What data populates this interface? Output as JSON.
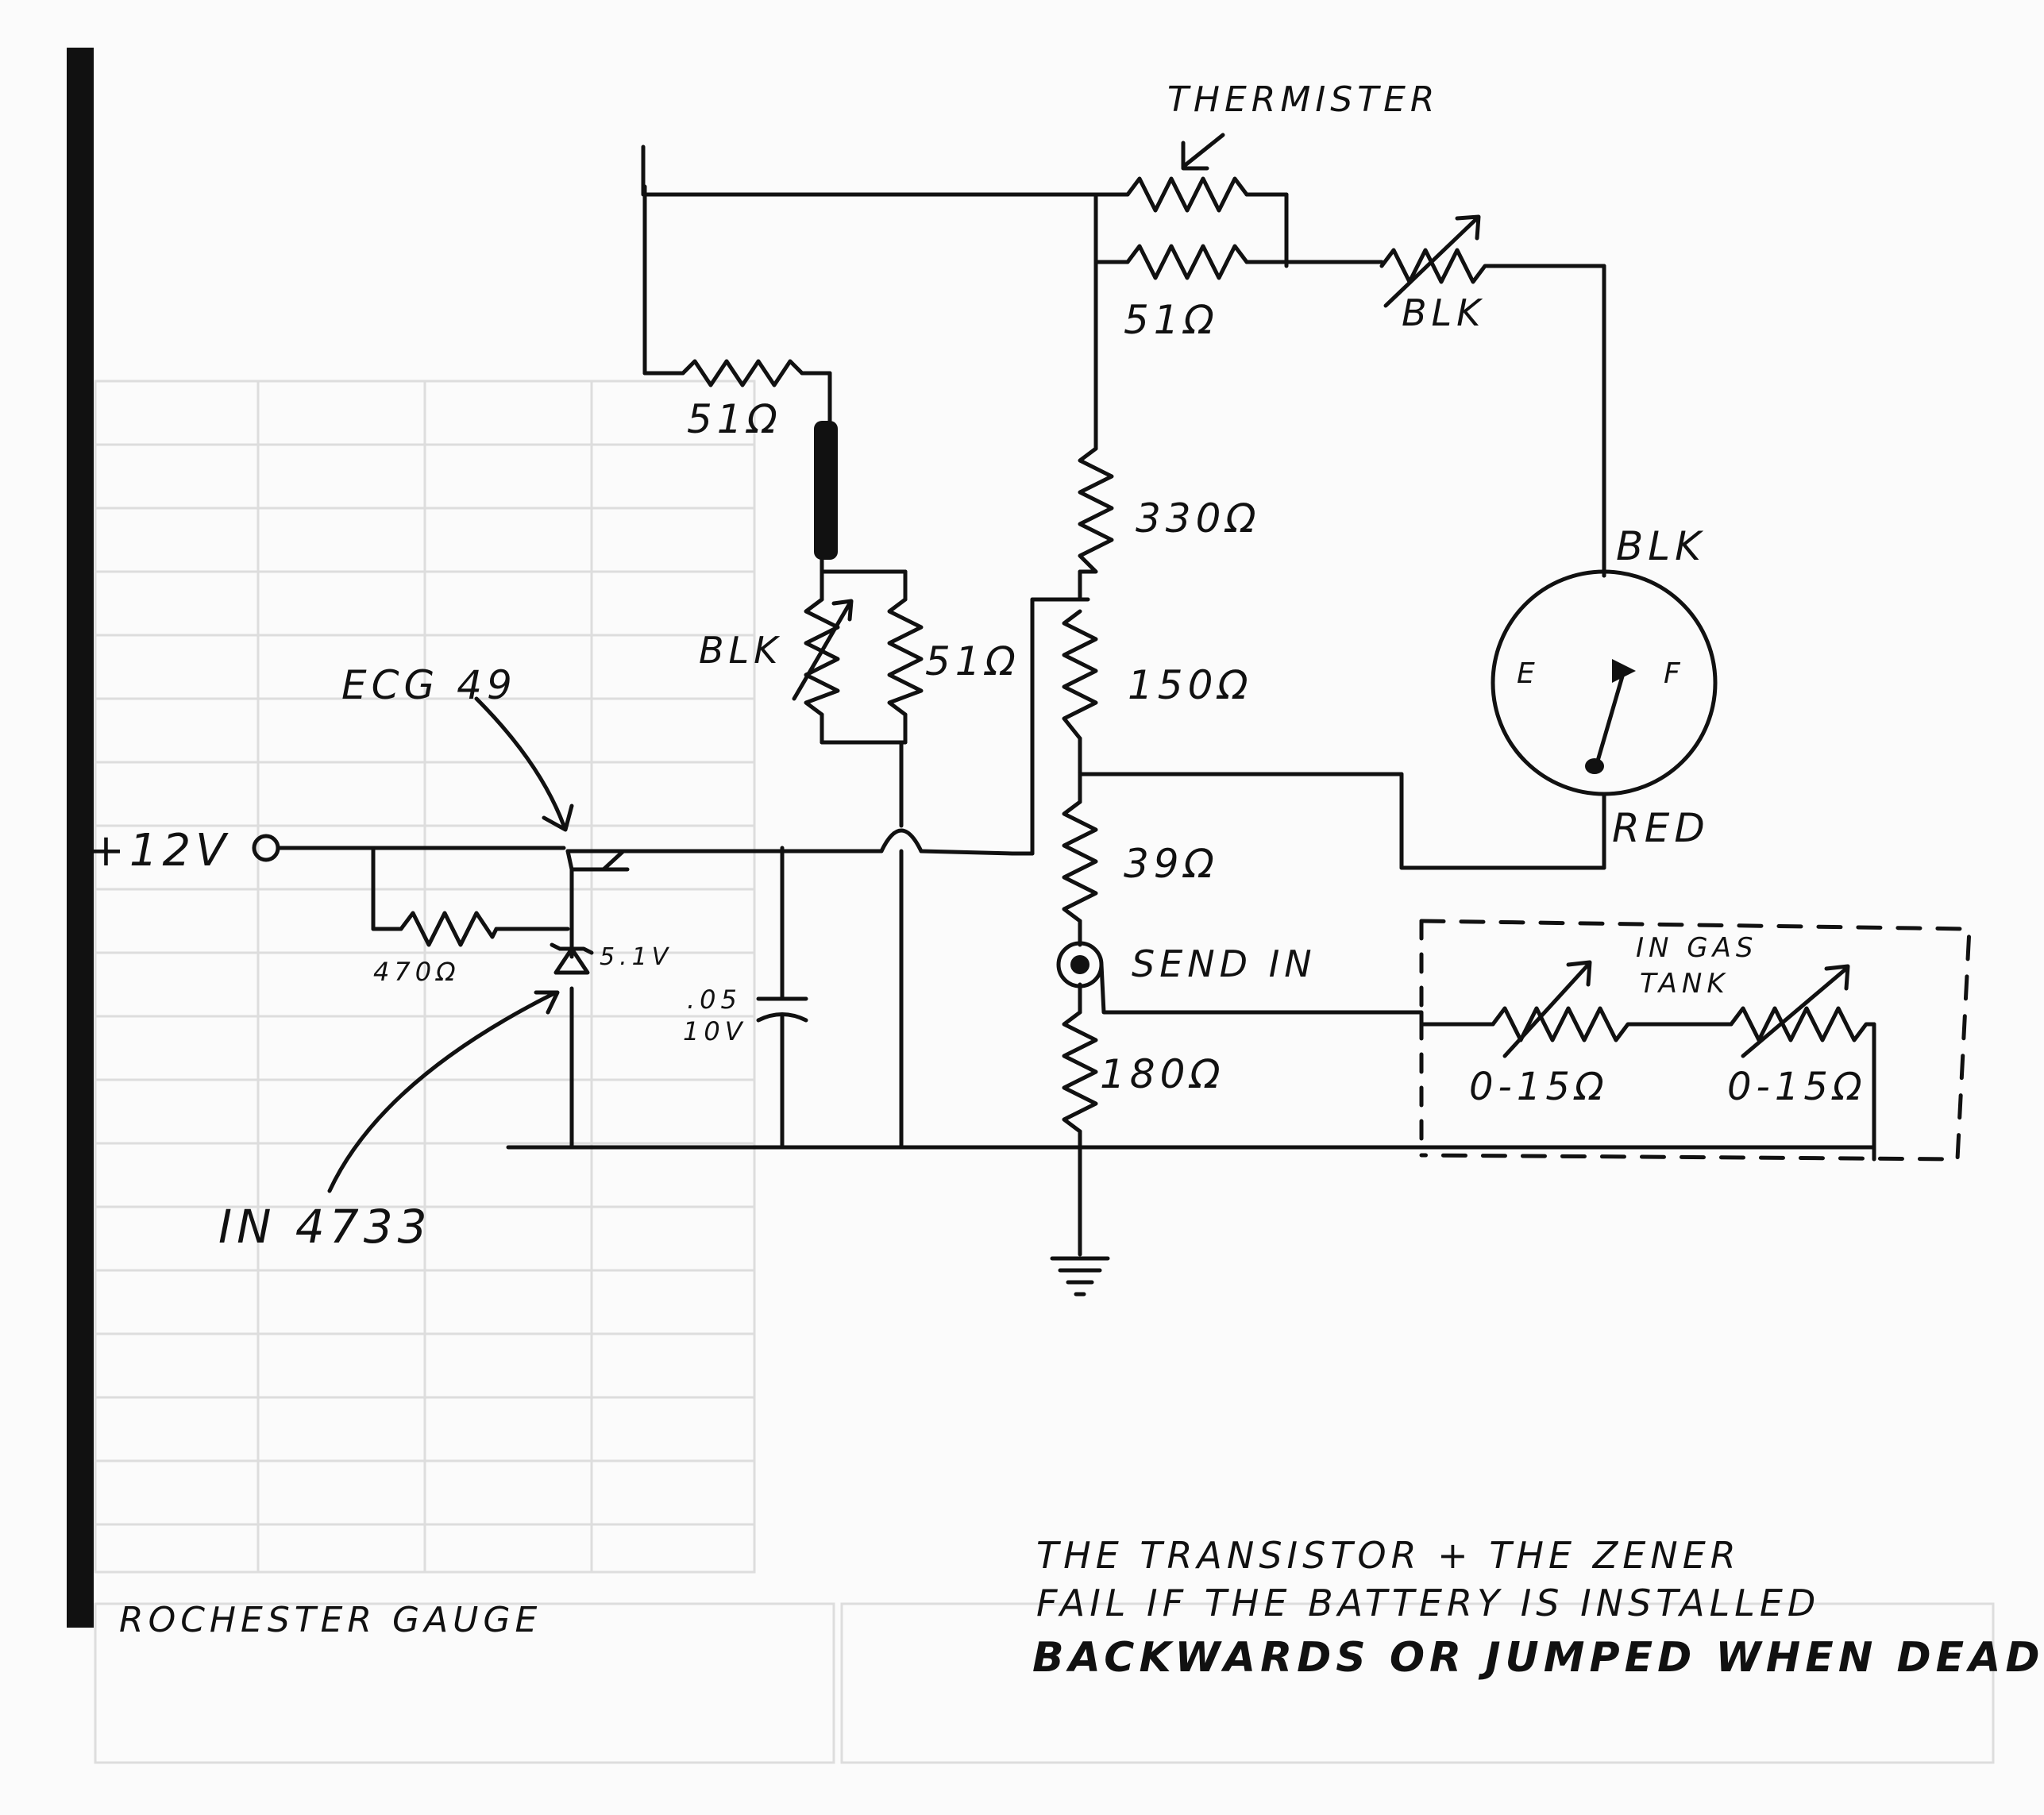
{
  "labels": {
    "thermister": "THERMISTER",
    "r51_top": "51Ω",
    "blk_top": "BLK",
    "r51_left": "51Ω",
    "r330": "330Ω",
    "blk_meter": "BLK",
    "blk_pot": "BLK",
    "r51_mid": "51Ω",
    "ecg": "ECG 49",
    "r150": "150Ω",
    "gauge_e": "E",
    "gauge_f": "F",
    "plus12v": "+12V",
    "red": "RED",
    "r39": "39Ω",
    "r470": "470Ω",
    "zener_v": "5.1V",
    "send_in": "SEND IN",
    "in_gas_tank_1": "IN GAS",
    "in_gas_tank_2": "TANK",
    "cap_value_1": ".05",
    "cap_value_2": "10V",
    "r180": "180Ω",
    "tank_r1": "0-15Ω",
    "tank_r2": "0-15Ω",
    "diode": "IN 4733",
    "title": "ROCHESTER GAUGE",
    "note_line1": "THE TRANSISTOR + THE ZENER",
    "note_line2": "FAIL IF THE BATTERY IS INSTALLED",
    "note_line3": "BACKWARDS OR JUMPED WHEN DEAD!"
  },
  "colors": {
    "ink": "#111111",
    "paper": "#fbfbfb",
    "ghost": "#c8c8c8"
  }
}
